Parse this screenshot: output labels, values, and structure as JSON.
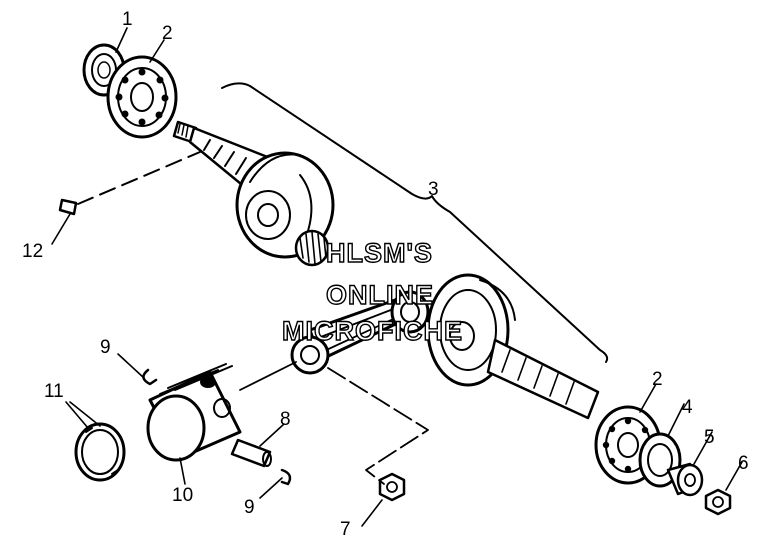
{
  "diagram": {
    "part_labels": {
      "p1": "1",
      "p2_top": "2",
      "p3": "3",
      "p12": "12",
      "p9_top": "9",
      "p11": "11",
      "p10": "10",
      "p8": "8",
      "p9_bottom": "9",
      "p7": "7",
      "p2_bottom": "2",
      "p4": "4",
      "p5": "5",
      "p6": "6"
    },
    "watermark": {
      "line1": "HLSM'S",
      "line2": "ONLINE",
      "line3": "MICROFICHE"
    }
  }
}
